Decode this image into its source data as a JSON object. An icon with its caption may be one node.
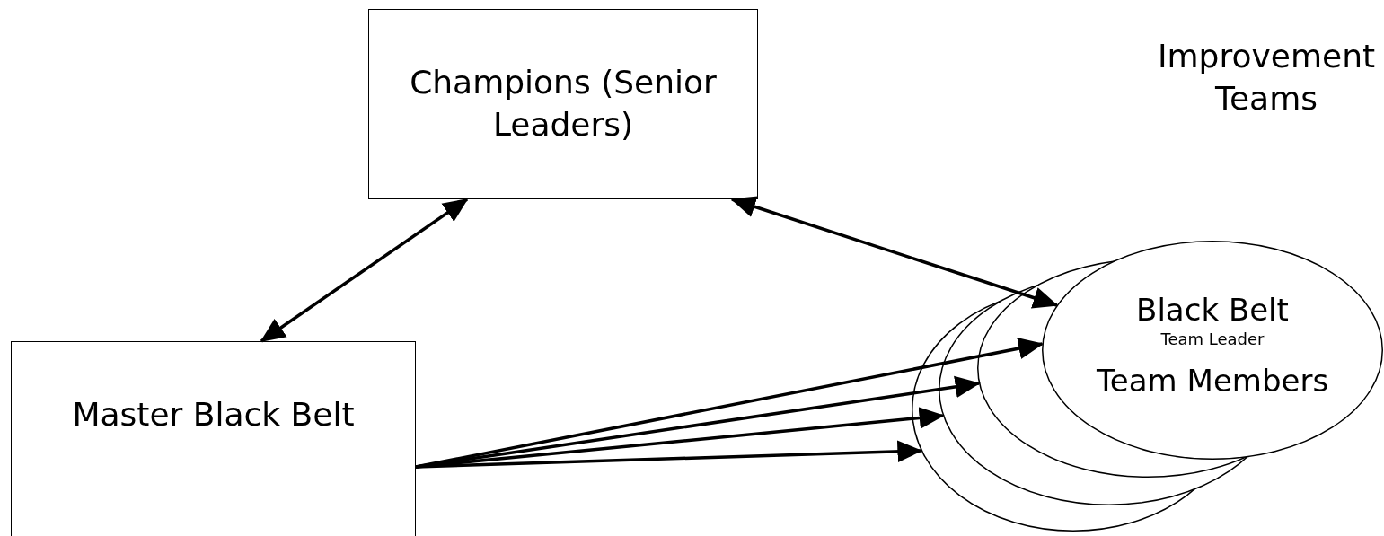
{
  "diagram": {
    "nodes": [
      {
        "text": [
          "Champions (Senior Leaders)"
        ]
      },
      {
        "text": [
          "Black Belt",
          "Team Leader",
          "Team Members"
        ]
      },
      {
        "text": [
          "Master Black Belt"
        ]
      }
    ],
    "edges": [
      {
        "from": 0,
        "to": 2,
        "arrow": "both"
      },
      {
        "from": 0,
        "to": 1,
        "arrow": "both"
      },
      {
        "from": 2,
        "to": 1,
        "arrow": "to"
      },
      {
        "from": 2,
        "to": 1,
        "arrow": "to"
      },
      {
        "from": 2,
        "to": 1,
        "arrow": "to"
      },
      {
        "from": 2,
        "to": 1,
        "arrow": "to"
      }
    ],
    "labels": [
      "Improvement Teams"
    ]
  }
}
